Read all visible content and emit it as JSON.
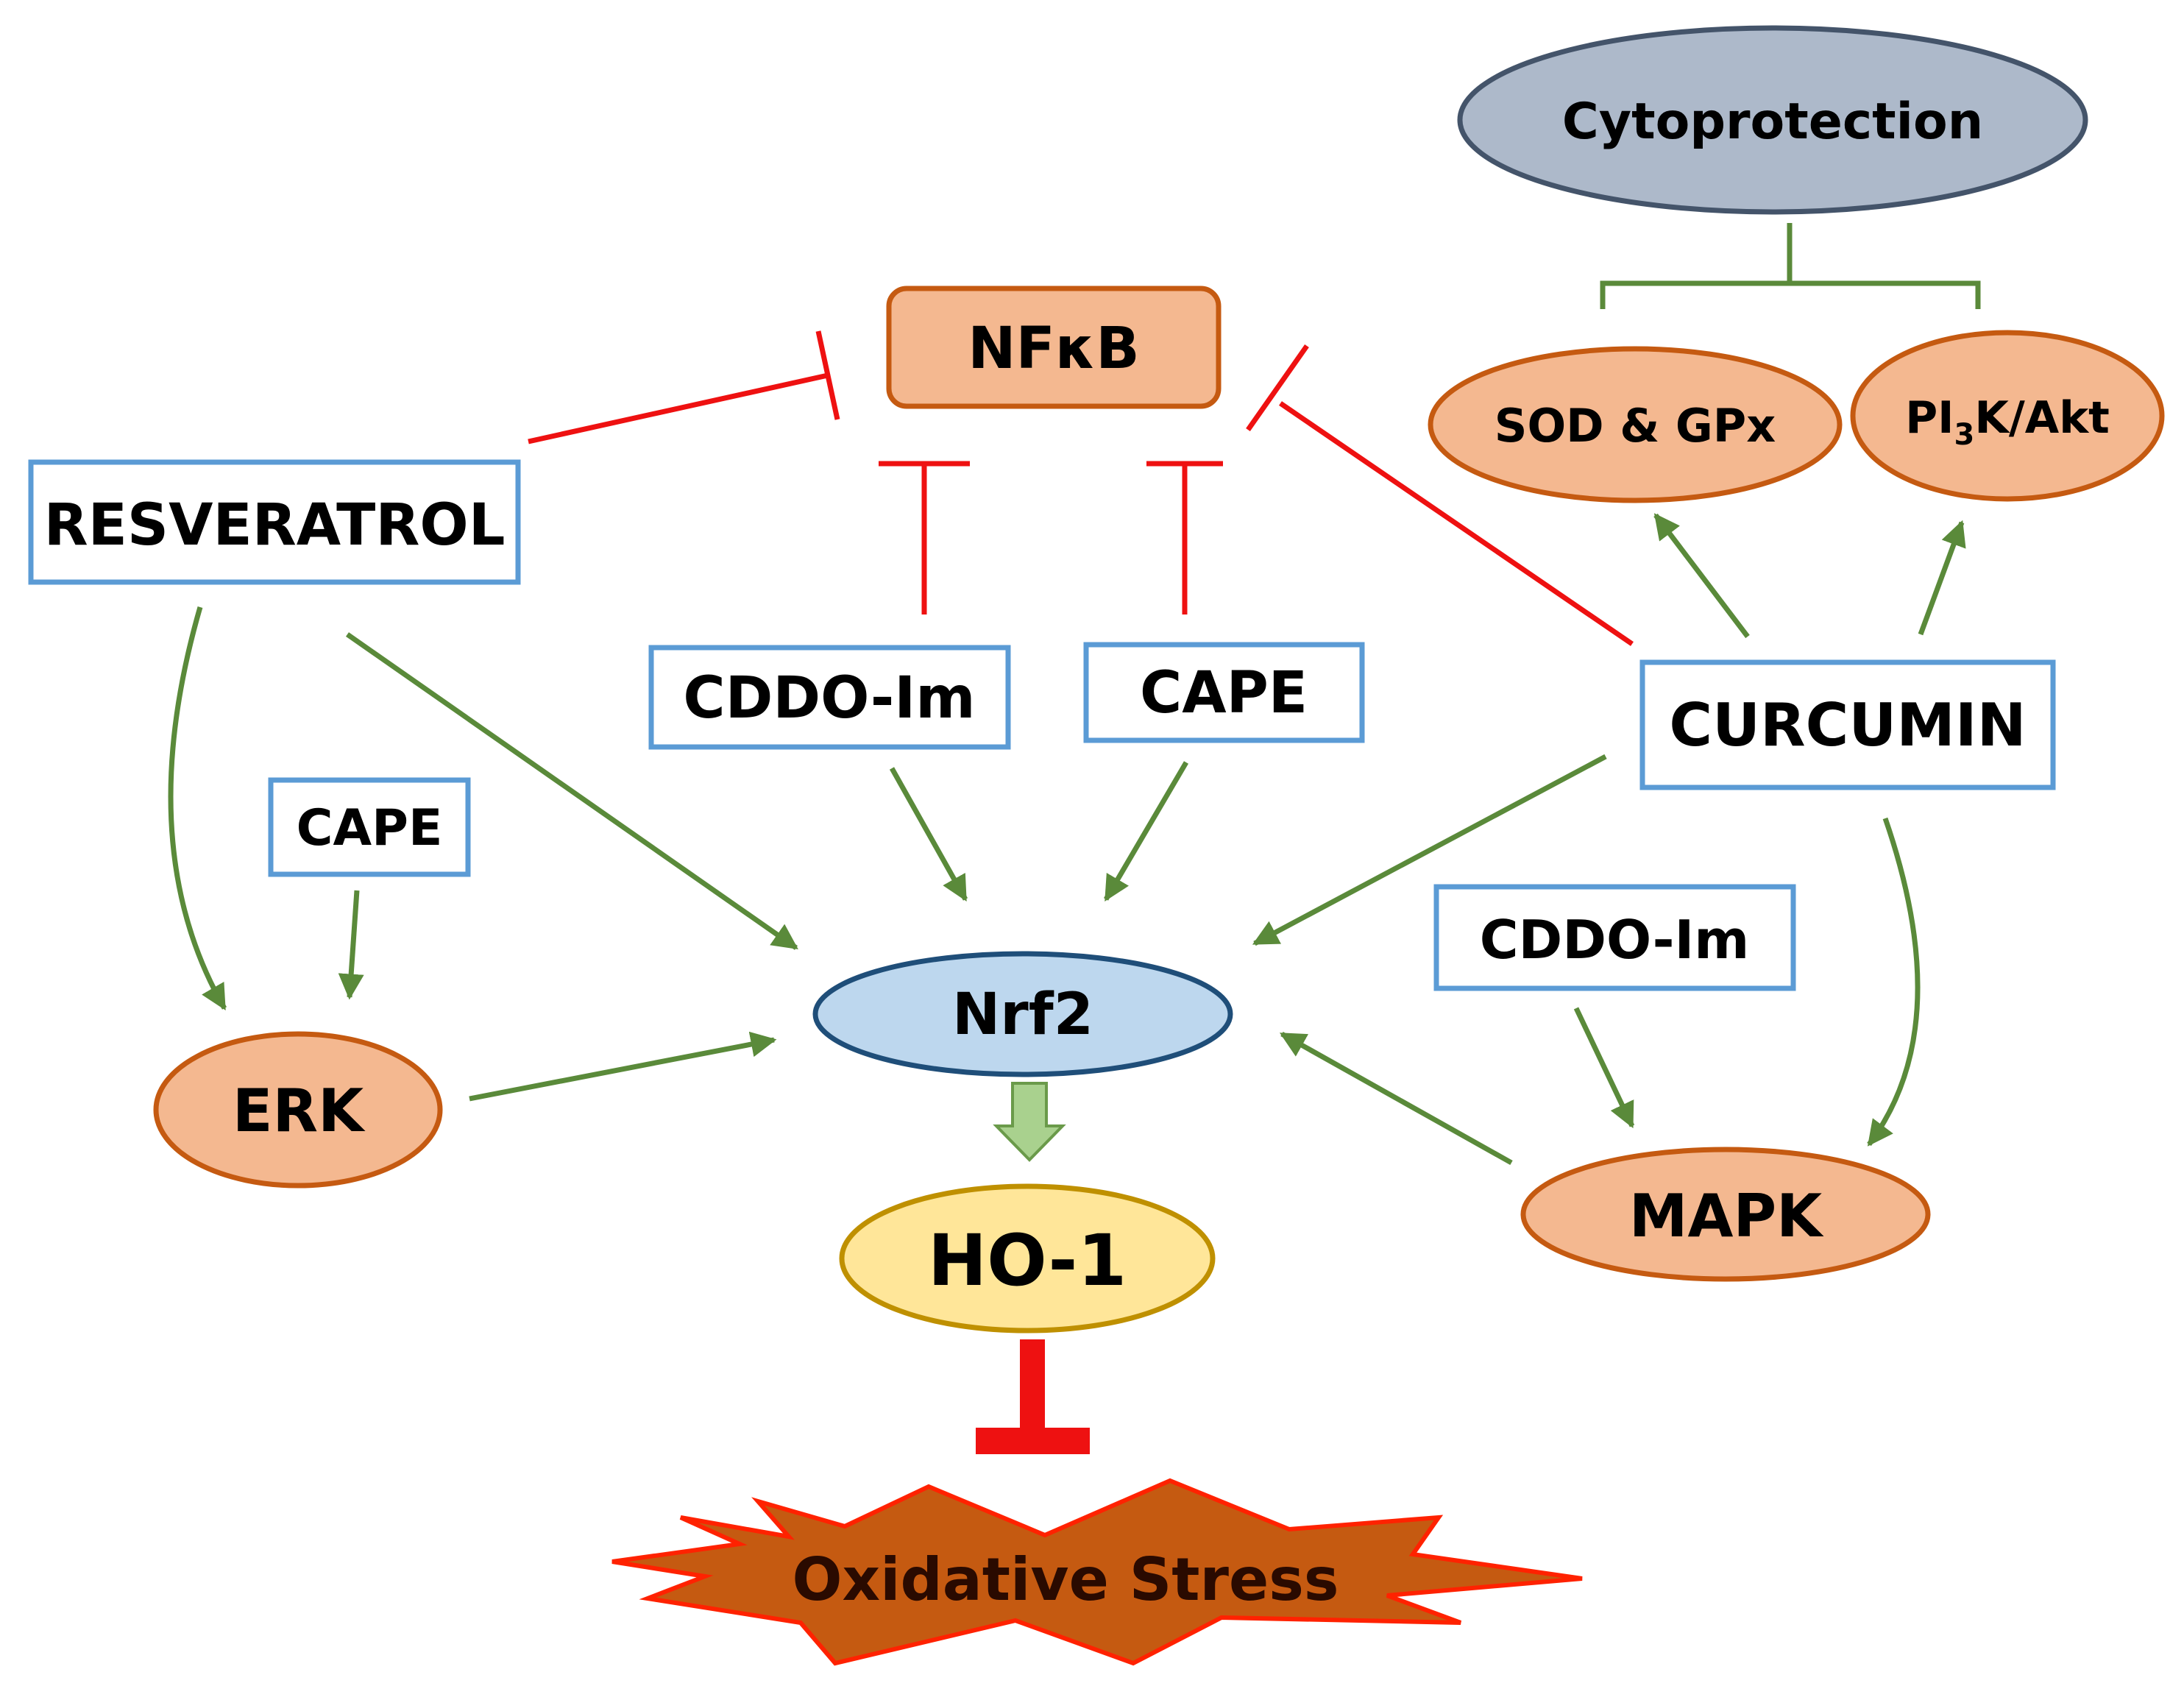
{
  "nodes": {
    "cytoprotection": "Cytoprotection",
    "nfkb_prefix": "NF",
    "nfkb_kappa": "κ",
    "nfkb_suffix": "B",
    "sod_gpx": "SOD & GPx",
    "pi3k_prefix": "PI",
    "pi3k_sub": "3",
    "pi3k_suffix": "K/Akt",
    "resveratrol": "RESVERATROL",
    "cddo_im_top": "CDDO-Im",
    "cape_top": "CAPE",
    "curcumin": "CURCUMIN",
    "cape_left": "CAPE",
    "cddo_im_right": "CDDO-Im",
    "nrf2": "Nrf2",
    "erk": "ERK",
    "mapk": "MAPK",
    "ho1": "HO-1",
    "oxidative_stress": "Oxidative Stress"
  },
  "colors": {
    "activation_arrow": "#5a8a3a",
    "inhibition_line": "#ee1111",
    "compound_box_border": "#5b9bd5",
    "kinase_fill": "#f4b890",
    "kinase_border": "#c55a11",
    "nrf2_fill": "#bdd7ee",
    "nrf2_border": "#1f4e79",
    "ho1_fill": "#ffe699",
    "ho1_border": "#bf9000",
    "cytoprotection_fill": "#adb9ca",
    "cytoprotection_border": "#44546a",
    "burst_fill": "#c55a11",
    "burst_border": "#ff2200",
    "down_arrow_fill": "#a9d18e"
  }
}
